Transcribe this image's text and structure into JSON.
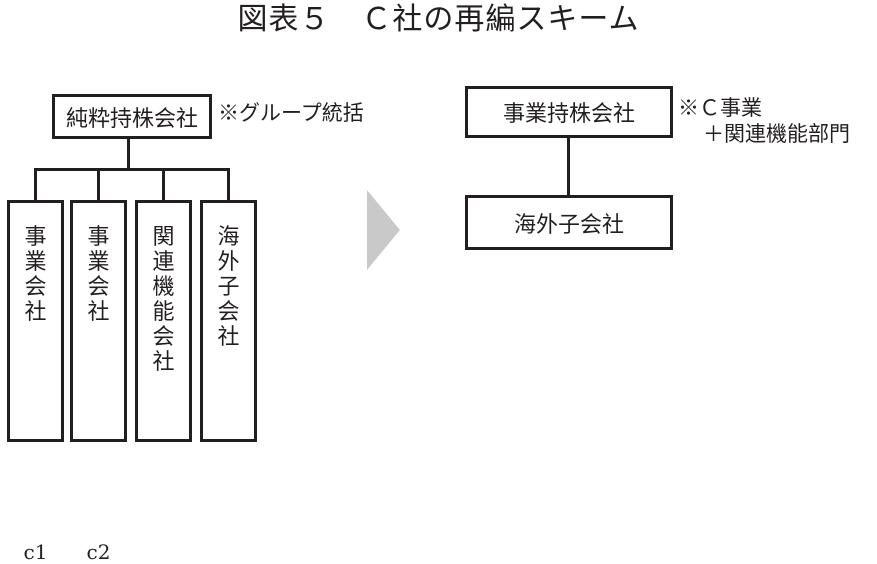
{
  "title": "図表５　Ｃ社の再編スキーム",
  "before": {
    "holding_company": "純粋持株会社",
    "holding_note": "※グループ統括",
    "subsidiaries": [
      {
        "chars": [
          "事",
          "業",
          "会",
          "社"
        ],
        "sub": "c1"
      },
      {
        "chars": [
          "事",
          "業",
          "会",
          "社"
        ],
        "sub": "c2"
      },
      {
        "chars": [
          "関",
          "連",
          "機",
          "能",
          "会",
          "社"
        ],
        "sub": ""
      },
      {
        "chars": [
          "海",
          "外",
          "子",
          "会",
          "社"
        ],
        "sub": ""
      }
    ]
  },
  "after": {
    "holding_company": "事業持株会社",
    "note_line1": "※Ｃ事業",
    "note_line2": "＋関連機能部門",
    "subsidiary": "海外子会社"
  },
  "arrow_color": "#c9c9c9",
  "line_color": "#231f20"
}
